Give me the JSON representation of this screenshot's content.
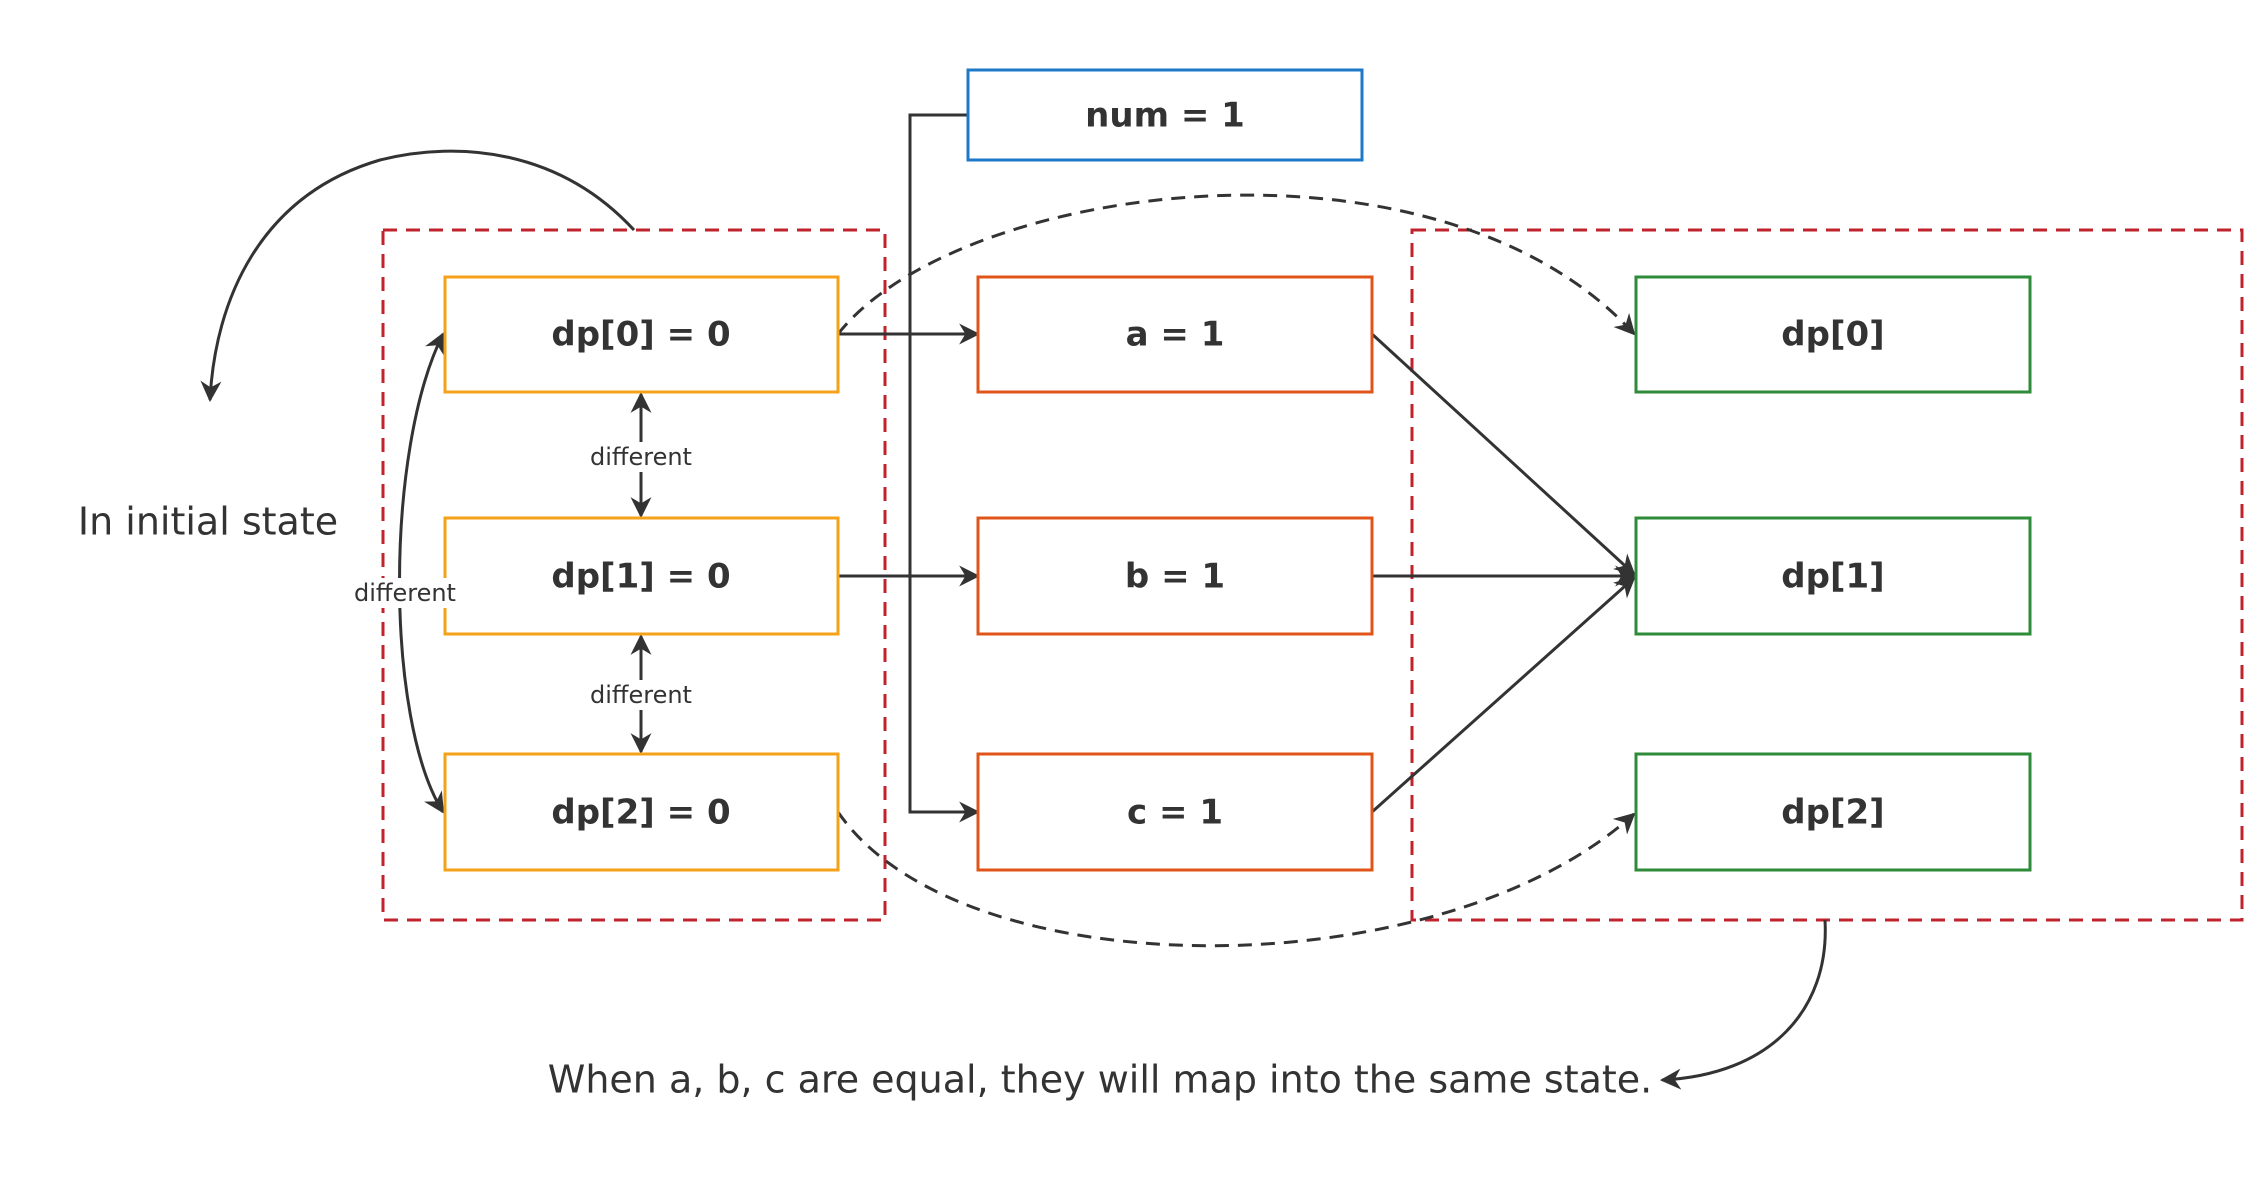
{
  "colors": {
    "dp_box": "#f6a11a",
    "value_box": "#e0541a",
    "num_box": "#1e78c8",
    "target_box": "#2e8b3a",
    "group_frame": "#c0232c",
    "connector": "#333333"
  },
  "num_node": {
    "label": "num = 1"
  },
  "dp_nodes": [
    {
      "label": "dp[0] = 0"
    },
    {
      "label": "dp[1] = 0"
    },
    {
      "label": "dp[2] = 0"
    }
  ],
  "value_nodes": [
    {
      "label": "a = 1"
    },
    {
      "label": "b = 1"
    },
    {
      "label": "c = 1"
    }
  ],
  "target_nodes": [
    {
      "label": "dp[0]"
    },
    {
      "label": "dp[1]"
    },
    {
      "label": "dp[2]"
    }
  ],
  "edge_labels": {
    "dp0_dp1": "different",
    "dp1_dp2": "different",
    "dp0_dp2": "different"
  },
  "captions": {
    "initial_state": "In initial state",
    "same_state": "When a, b, c are equal, they will map into the same state."
  }
}
